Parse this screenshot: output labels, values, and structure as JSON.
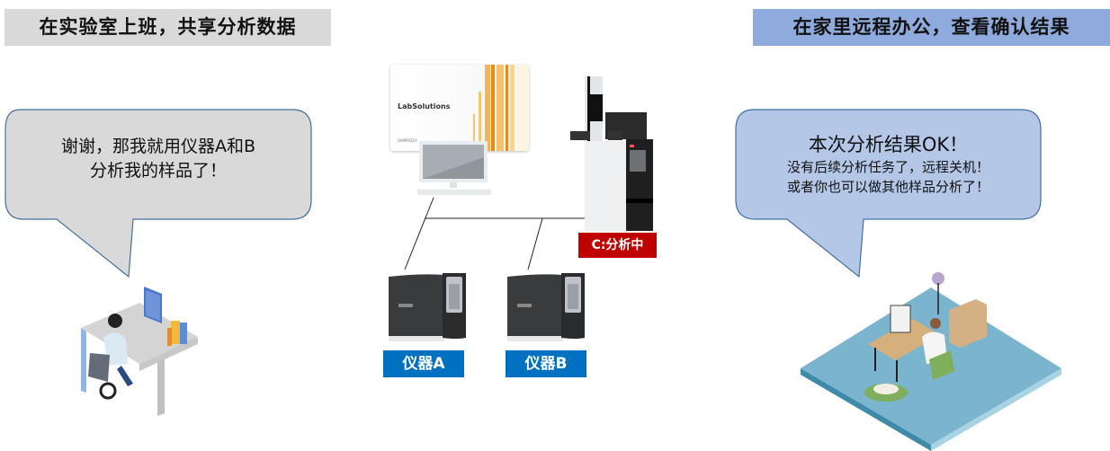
{
  "left_panel": {
    "title": "在实验室上班，共享分析数据",
    "bubble_line1": "谢谢，那我就用仪器A和B",
    "bubble_line2": "分析我的样品了！"
  },
  "right_panel": {
    "title": "在家里远程办公，查看确认结果",
    "bubble_line1": "本次分析结果OK！",
    "bubble_line2": "没有后续分析任务了，远程关机！",
    "bubble_line3": "或者你也可以做其他样品分析了！"
  },
  "network": {
    "software_name": "LabSolutions",
    "software_vendor": "SHIMADZU",
    "instrument_a_label": "仪器A",
    "instrument_b_label": "仪器B",
    "instrument_c_label": "C:分析中"
  },
  "colors": {
    "left_title_bg": "#d9d9d9",
    "right_title_bg": "#8faadc",
    "left_bubble_fill": "#d9d9d9",
    "right_bubble_fill": "#b4c7e7",
    "bubble_border": "#41719c",
    "instrument_label_blue": "#0070c0",
    "status_label_red": "#c00000"
  }
}
